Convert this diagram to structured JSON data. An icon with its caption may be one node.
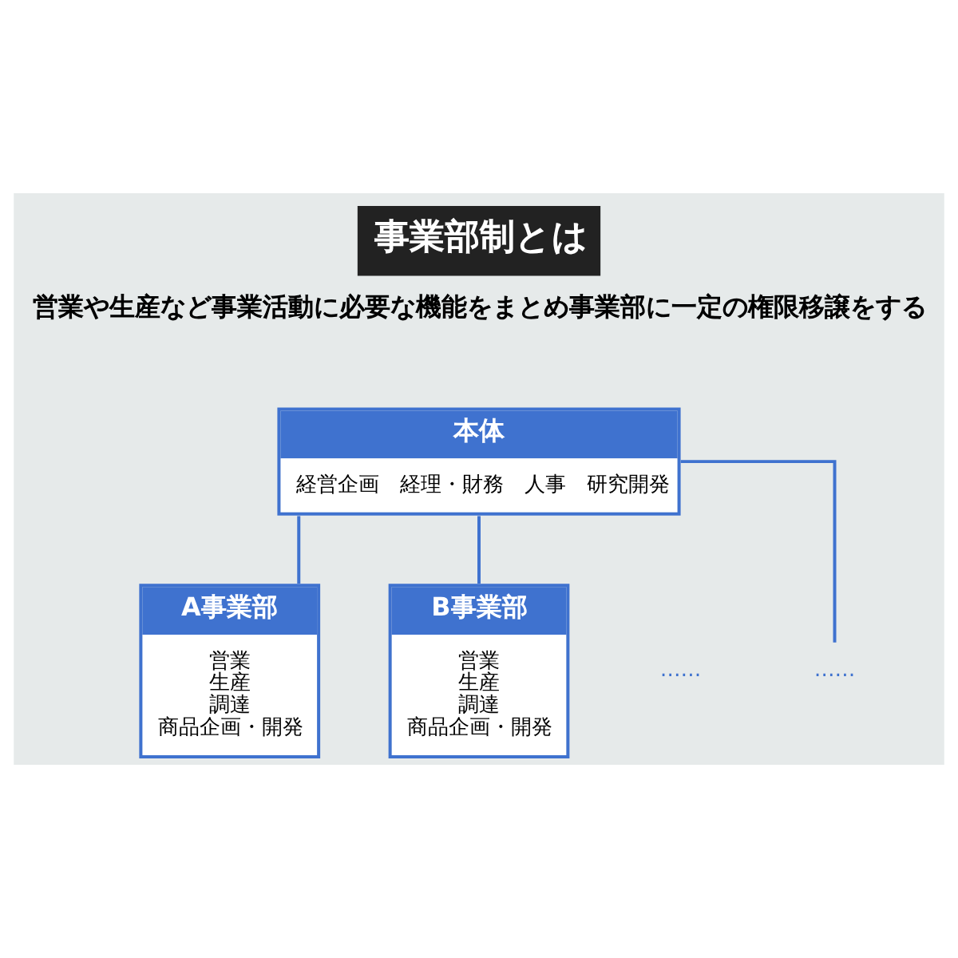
{
  "diagram": {
    "title": "事業部制とは",
    "nodes": [
      {
        "text": [
          "本体",
          "経営企画　経理・財務　人事　研究開発"
        ]
      },
      {
        "text": [
          "A事業部",
          "営業",
          "生産",
          "調達",
          "商品企画・開発"
        ]
      },
      {
        "text": [
          "B事業部",
          "営業",
          "生産",
          "調達",
          "商品企画・開発"
        ]
      },
      {
        "text": [
          "……"
        ]
      }
    ],
    "edges": [
      {
        "from": 0,
        "to": 1,
        "arrow": "none"
      },
      {
        "from": 0,
        "to": 2,
        "arrow": "none"
      },
      {
        "from": 0,
        "to": 3,
        "arrow": "none"
      }
    ],
    "labels": [
      "営業や生産など事業活動に必要な機能をまとめ事業部に一定の権限移譲をする",
      "……"
    ]
  }
}
